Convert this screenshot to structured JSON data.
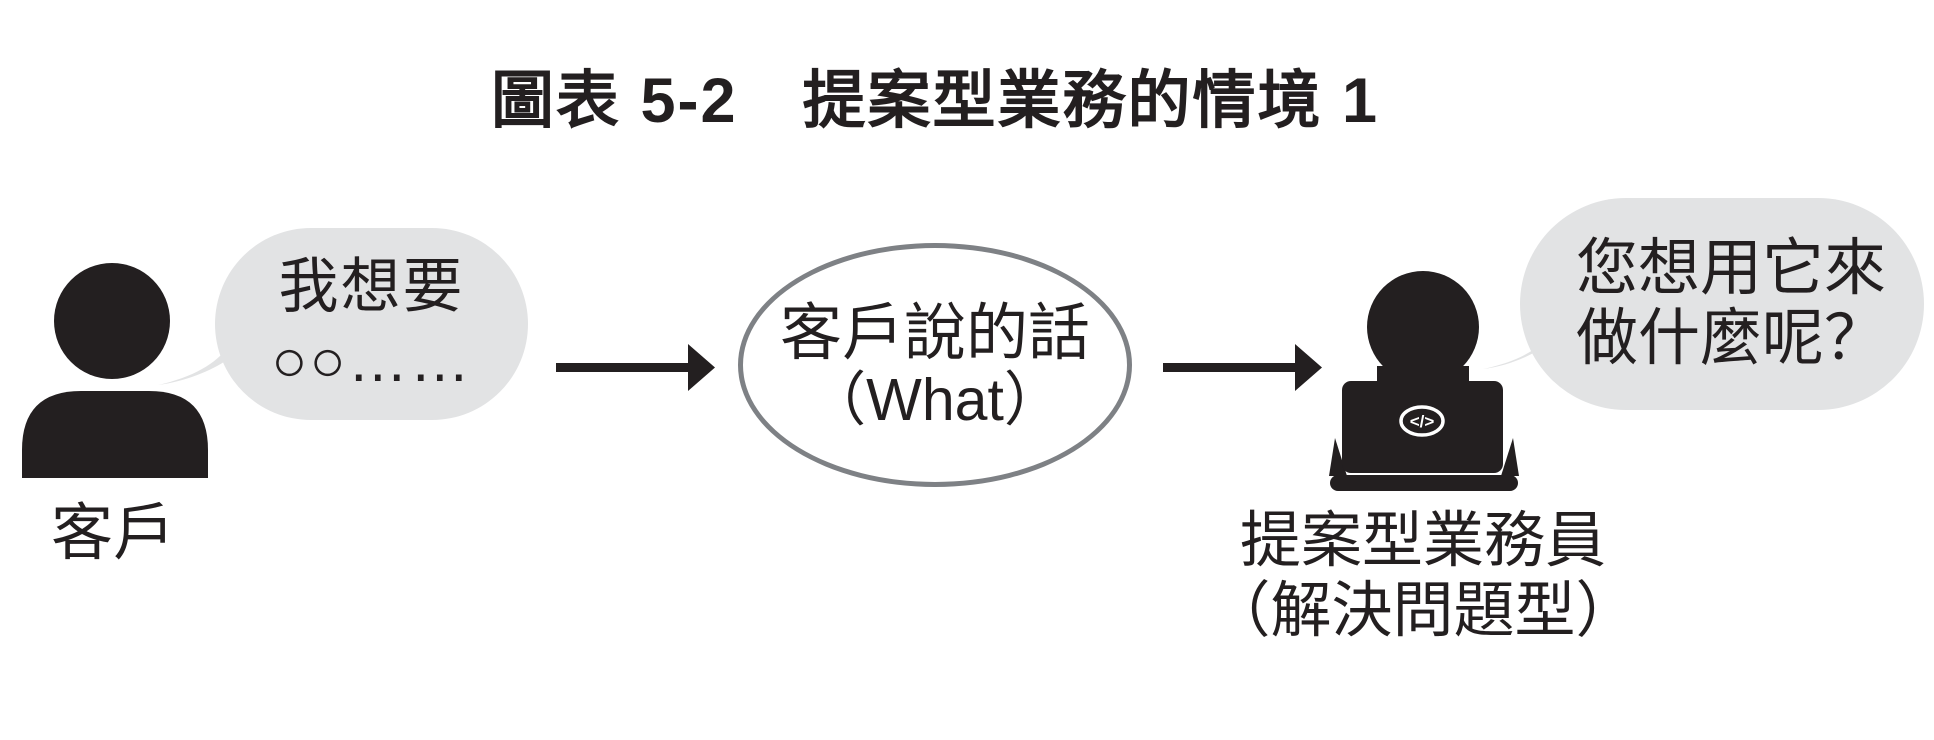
{
  "title": "圖表 5-2　提案型業務的情境 1",
  "customer": {
    "label": "客戶",
    "bubble_line1": "我想要",
    "bubble_line2": "○○……"
  },
  "node": {
    "line1": "客戶說的話",
    "line2": "（What）"
  },
  "salesperson": {
    "label_line1": "提案型業務員",
    "label_line2": "（解決問題型）",
    "bubble_line1": "您想用它來",
    "bubble_line2": "做什麼呢？",
    "laptop_logo": "</>"
  },
  "colors": {
    "ink": "#231f20",
    "bubble_gray": "#e2e3e4",
    "ellipse_stroke": "#7e8185"
  }
}
